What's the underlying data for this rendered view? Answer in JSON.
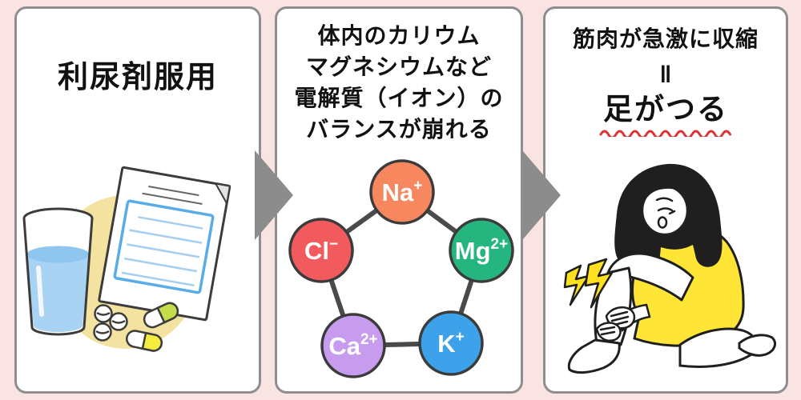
{
  "page": {
    "background_color": "#F9E3E3",
    "panel_border_color": "#8E8E8E"
  },
  "arrows": {
    "direction": "right",
    "color": "#8C8C8C"
  },
  "panels": [
    {
      "role": "cause",
      "title": "利尿剤服用",
      "illustration": {
        "name": "water-glass-and-medicine",
        "circle_bg_color": "#F4E2A0",
        "glass_water_color": "#A9D3F3",
        "water_surface_color": "#8EC6EF",
        "paper_box_color": "#58ACE8",
        "capsule_colors": [
          "#C6DD4B",
          "#F4EC3E"
        ]
      }
    },
    {
      "role": "mechanism",
      "title_lines": [
        "体内のカリウム",
        "マグネシウムなど",
        "電解質（イオン）の",
        "バランスが崩れる"
      ],
      "node_text_color": "#FFFFFF",
      "node_outline_color": "#3B3B3B",
      "link_color": "#4A4A4A",
      "ions": [
        {
          "symbol": "Na",
          "charge": "+",
          "color": "#F6875F",
          "position": "top"
        },
        {
          "symbol": "Cl",
          "charge": "−",
          "color": "#F15B5D",
          "position": "left"
        },
        {
          "symbol": "Mg",
          "charge": "2+",
          "color": "#25B67F",
          "position": "right"
        },
        {
          "symbol": "Ca",
          "charge": "2+",
          "color": "#C79CEF",
          "position": "bottom-left"
        },
        {
          "symbol": "K",
          "charge": "+",
          "color": "#3DA2EA",
          "position": "bottom-right"
        }
      ]
    },
    {
      "role": "result",
      "title": "筋肉が急激に収縮",
      "equals": "‖",
      "result": "足がつる",
      "underline_color": "#DD3333",
      "illustration": {
        "name": "woman-holding-cramped-leg",
        "shirt_color": "#FFE636",
        "hair_color": "#1F1F1F",
        "pain_flash_color": "#FFE11F"
      }
    }
  ]
}
